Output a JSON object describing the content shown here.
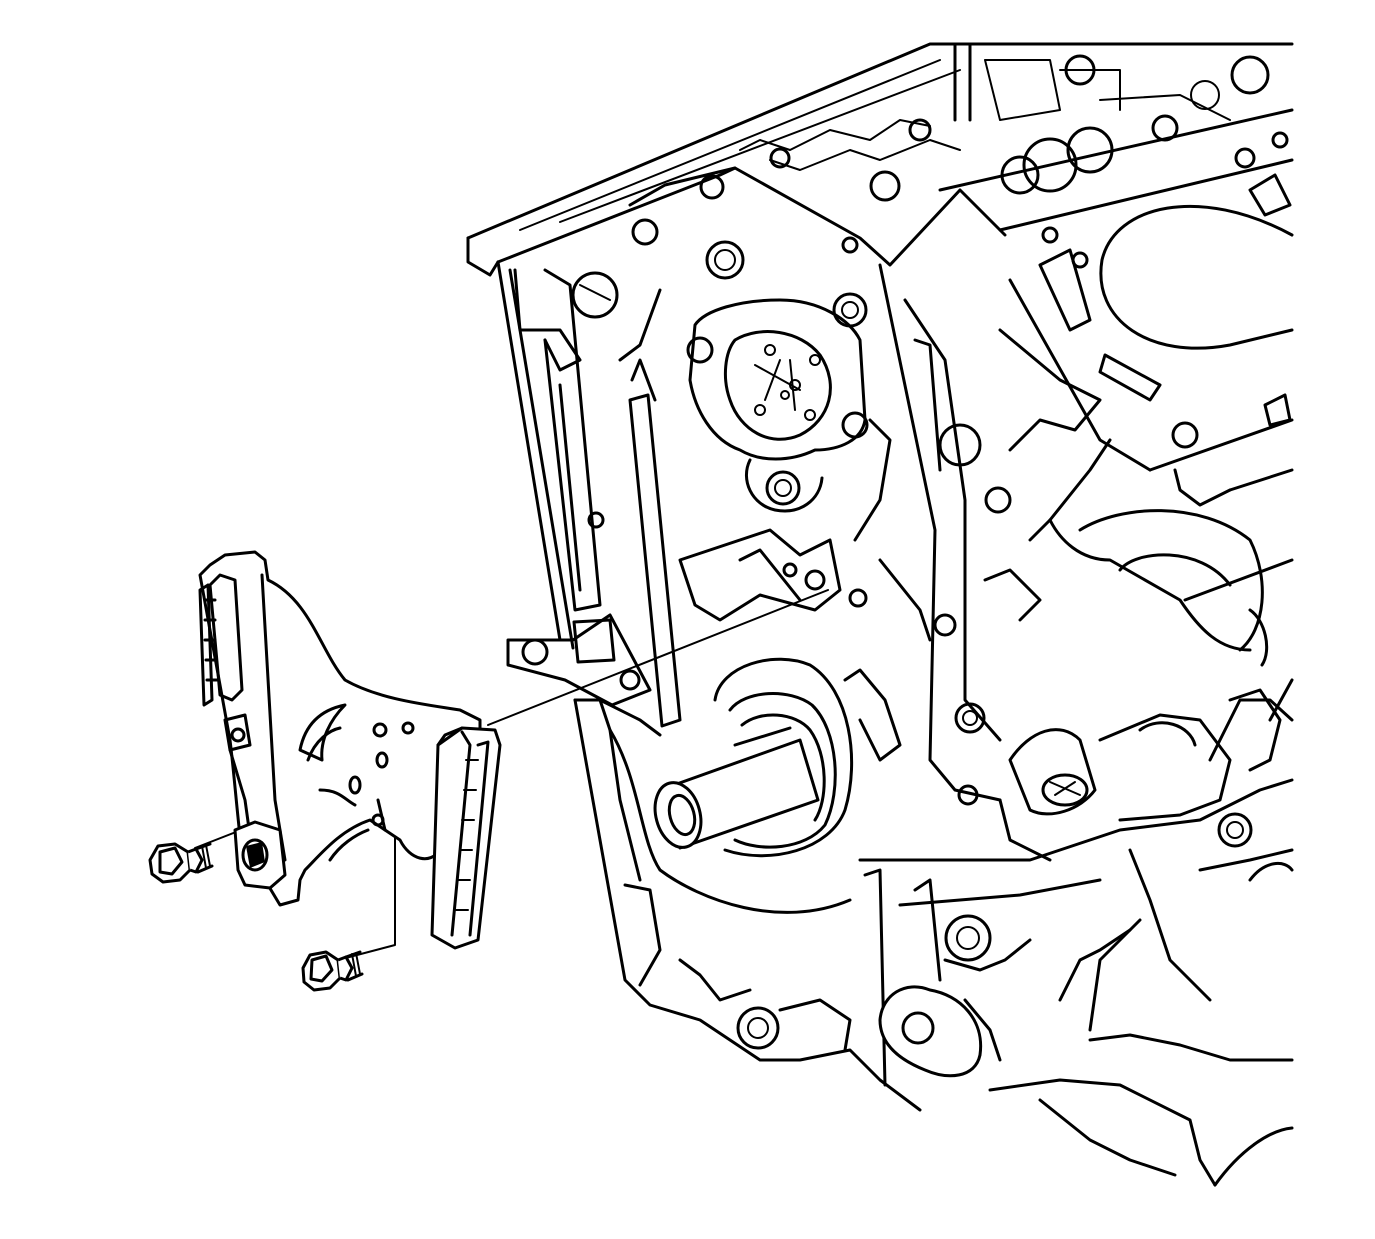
{
  "figure": {
    "kind": "exploded-view line illustration",
    "colors": {
      "ink": "#000000",
      "paper": "#ffffff"
    },
    "parts": [
      {
        "id": "engine-block",
        "icon": "engine-block-icon"
      },
      {
        "id": "timing-chain-guide-bracket",
        "icon": "chain-guide-icon"
      },
      {
        "id": "chain-guide-rail",
        "icon": "guide-rail-icon"
      },
      {
        "id": "bolt-upper",
        "icon": "flange-bolt-icon"
      },
      {
        "id": "bolt-lower",
        "icon": "flange-bolt-icon"
      }
    ]
  }
}
